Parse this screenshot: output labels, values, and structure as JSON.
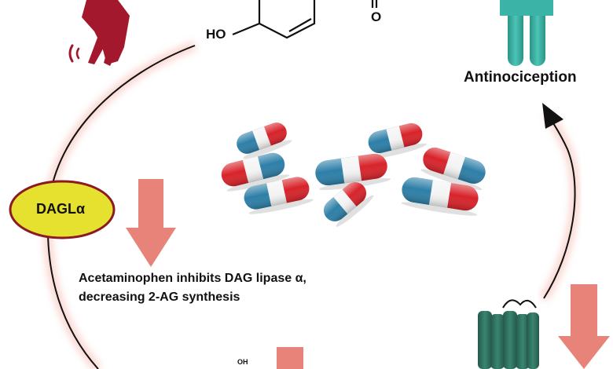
{
  "labels": {
    "antinociception": "Antinociception",
    "dagl": "DAGLα",
    "caption_line1": "Acetaminophen inhibits DAG lipase α,",
    "caption_line2": "decreasing 2-AG synthesis",
    "ho": "HO",
    "o": "O",
    "oh": "OH"
  },
  "colors": {
    "cycle_line": "#111111",
    "cycle_glow": "#f4a79b",
    "arrow_salmon": "#e8837a",
    "receptor_teal": "#3bb3a6",
    "channel_green": "#2f6f5e",
    "pain_figure": "#a3182c",
    "dagl_fill": "#e6e02e",
    "dagl_stroke": "#8a1a24",
    "capsule_red": "#d8232a",
    "capsule_blue": "#2d7fa8",
    "capsule_white": "#f4f4f4"
  },
  "capsules": [
    {
      "left": "blue",
      "right": "red"
    },
    {
      "left": "blue",
      "right": "red"
    },
    {
      "left": "red",
      "right": "blue"
    },
    {
      "left": "blue",
      "right": "red"
    },
    {
      "left": "red",
      "right": "blue"
    },
    {
      "left": "blue",
      "right": "red"
    },
    {
      "left": "blue",
      "right": "red"
    },
    {
      "left": "blue",
      "right": "red"
    },
    {
      "left": "blue",
      "right": "red"
    }
  ]
}
